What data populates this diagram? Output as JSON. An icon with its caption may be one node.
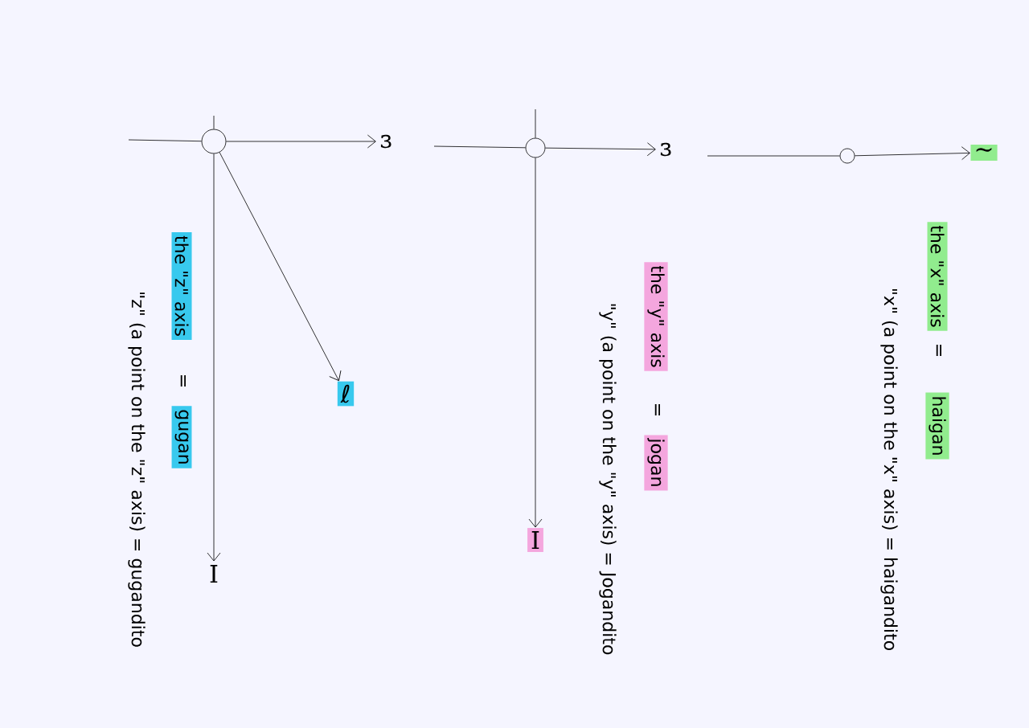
{
  "diagram": {
    "nodes": [
      {
        "text": [],
        "shape": "circle"
      },
      {
        "text": [
          "~"
        ]
      },
      {
        "text": [
          "the \"x\" axis"
        ]
      },
      {
        "text": [
          "haigan"
        ]
      },
      {
        "text": [],
        "shape": "circle"
      },
      {
        "text": [
          "ɜ"
        ]
      },
      {
        "text": [
          "I"
        ]
      },
      {
        "text": [
          "the \"y\" axis"
        ]
      },
      {
        "text": [
          "jogan"
        ]
      },
      {
        "text": [],
        "shape": "circle"
      },
      {
        "text": [
          "ɜ"
        ]
      },
      {
        "text": [
          "I"
        ]
      },
      {
        "text": [
          "ℓ"
        ]
      },
      {
        "text": [
          "the \"z\" axis"
        ]
      },
      {
        "text": [
          "gugan"
        ]
      }
    ],
    "edges": [
      {
        "from": null,
        "to": 0,
        "arrow": "none"
      },
      {
        "from": 0,
        "to": 1,
        "arrow": "to"
      },
      {
        "from": null,
        "to": 4,
        "arrow": "none"
      },
      {
        "from": null,
        "to": 4,
        "arrow": "none"
      },
      {
        "from": 4,
        "to": 5,
        "arrow": "to"
      },
      {
        "from": 4,
        "to": 6,
        "arrow": "to"
      },
      {
        "from": null,
        "to": 9,
        "arrow": "none"
      },
      {
        "from": null,
        "to": 9,
        "arrow": "none"
      },
      {
        "from": 9,
        "to": 10,
        "arrow": "to"
      },
      {
        "from": 9,
        "to": 11,
        "arrow": "to"
      },
      {
        "from": 9,
        "to": 12,
        "arrow": "to"
      }
    ],
    "labels": [
      "=",
      "\"x\" (a point on the \"x\" axis) = haigandito",
      "=",
      "\"y\" (a point on the \"y\" axis) = Jogandito",
      "=",
      "\"z\" (a point on the \"z\" axis) = gugandito"
    ]
  }
}
